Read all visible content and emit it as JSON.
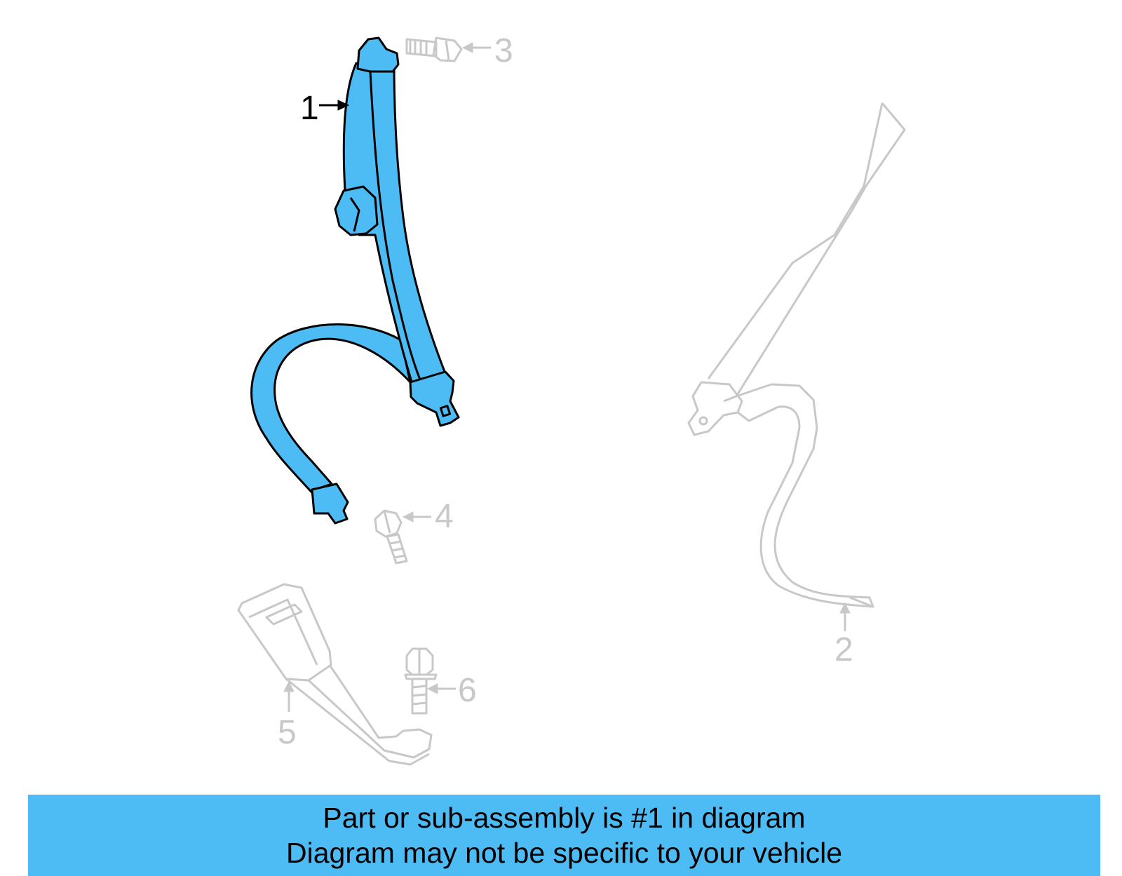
{
  "colors": {
    "highlight_fill": "#4dbbf4",
    "highlight_stroke": "#000000",
    "ghost_stroke": "#c8c8c8",
    "ghost_text": "#c8c8c8",
    "active_text": "#000000",
    "banner_bg": "#4dbbf4"
  },
  "callouts": [
    {
      "id": "1",
      "label": "1",
      "highlighted": true
    },
    {
      "id": "2",
      "label": "2",
      "highlighted": false
    },
    {
      "id": "3",
      "label": "3",
      "highlighted": false
    },
    {
      "id": "4",
      "label": "4",
      "highlighted": false
    },
    {
      "id": "5",
      "label": "5",
      "highlighted": false
    },
    {
      "id": "6",
      "label": "6",
      "highlighted": false
    }
  ],
  "banner": {
    "line1": "Part or sub-assembly is #1 in diagram",
    "line2": "Diagram may not be specific to your vehicle"
  }
}
